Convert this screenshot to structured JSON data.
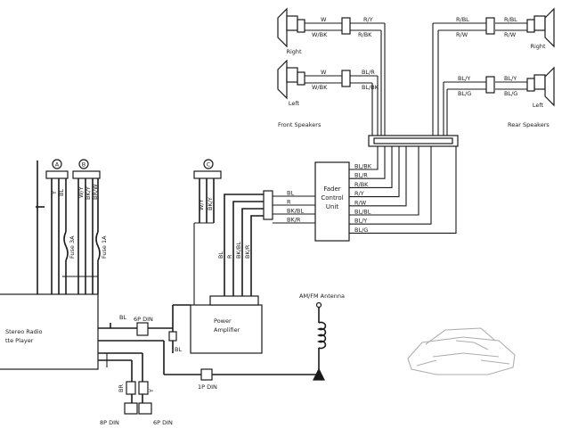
{
  "speakers": {
    "front_right": {
      "label": "Right",
      "wire_top": "W",
      "wire_bot": "W/BK",
      "conn_top": "R/Y",
      "conn_bot": "R/BK"
    },
    "front_left": {
      "label": "Left",
      "wire_top": "W",
      "wire_bot": "W/BK",
      "conn_top": "BL/R",
      "conn_bot": "BL/BK"
    },
    "rear_right": {
      "label": "Right",
      "wire_top": "R/BL",
      "wire_bot": "R/W",
      "conn_top": "R/BL",
      "conn_bot": "R/W"
    },
    "rear_left": {
      "label": "Left",
      "wire_top": "BL/Y",
      "wire_bot": "BL/G",
      "conn_top": "BL/Y",
      "conn_bot": "BL/G"
    },
    "front_caption": "Front Speakers",
    "rear_caption": "Rear Speakers"
  },
  "fader": {
    "label_lines": [
      "Fader",
      "Control",
      "Unit"
    ],
    "outputs": [
      "BL/BK",
      "BL/R",
      "R/BK",
      "R/Y",
      "R/W",
      "BL/BL",
      "BL/Y",
      "BL/G"
    ],
    "inputs": [
      "BL",
      "R",
      "BK/BL",
      "BK/R"
    ]
  },
  "amplifier": {
    "label_lines": [
      "Power",
      "Amplifier"
    ],
    "circle": "C",
    "top_wires": [
      "W/Y",
      "BK/Y"
    ],
    "out_wires": [
      "BL",
      "R",
      "BK/BL",
      "BK/R"
    ]
  },
  "radio": {
    "label_lines": [
      "Stereo Radio",
      "tte Player"
    ],
    "circle_a": "A",
    "circle_b": "B",
    "wires_a": [
      "Y",
      "BL"
    ],
    "wires_b": [
      "W/Y",
      "BK/Y",
      "BR/W"
    ],
    "fuses": [
      "Fuse 3A",
      "Fuse 1A"
    ]
  },
  "connectors": {
    "din6p_top": "6P DIN",
    "bl_label": "BL",
    "bl_label2": "BL",
    "din1p": "1P DIN",
    "br_label": "BR",
    "y_label": "Y",
    "din8p": "8P DIN",
    "din6p_bottom": "6P DIN"
  },
  "antenna": {
    "label": "AM/FM Antenna"
  }
}
